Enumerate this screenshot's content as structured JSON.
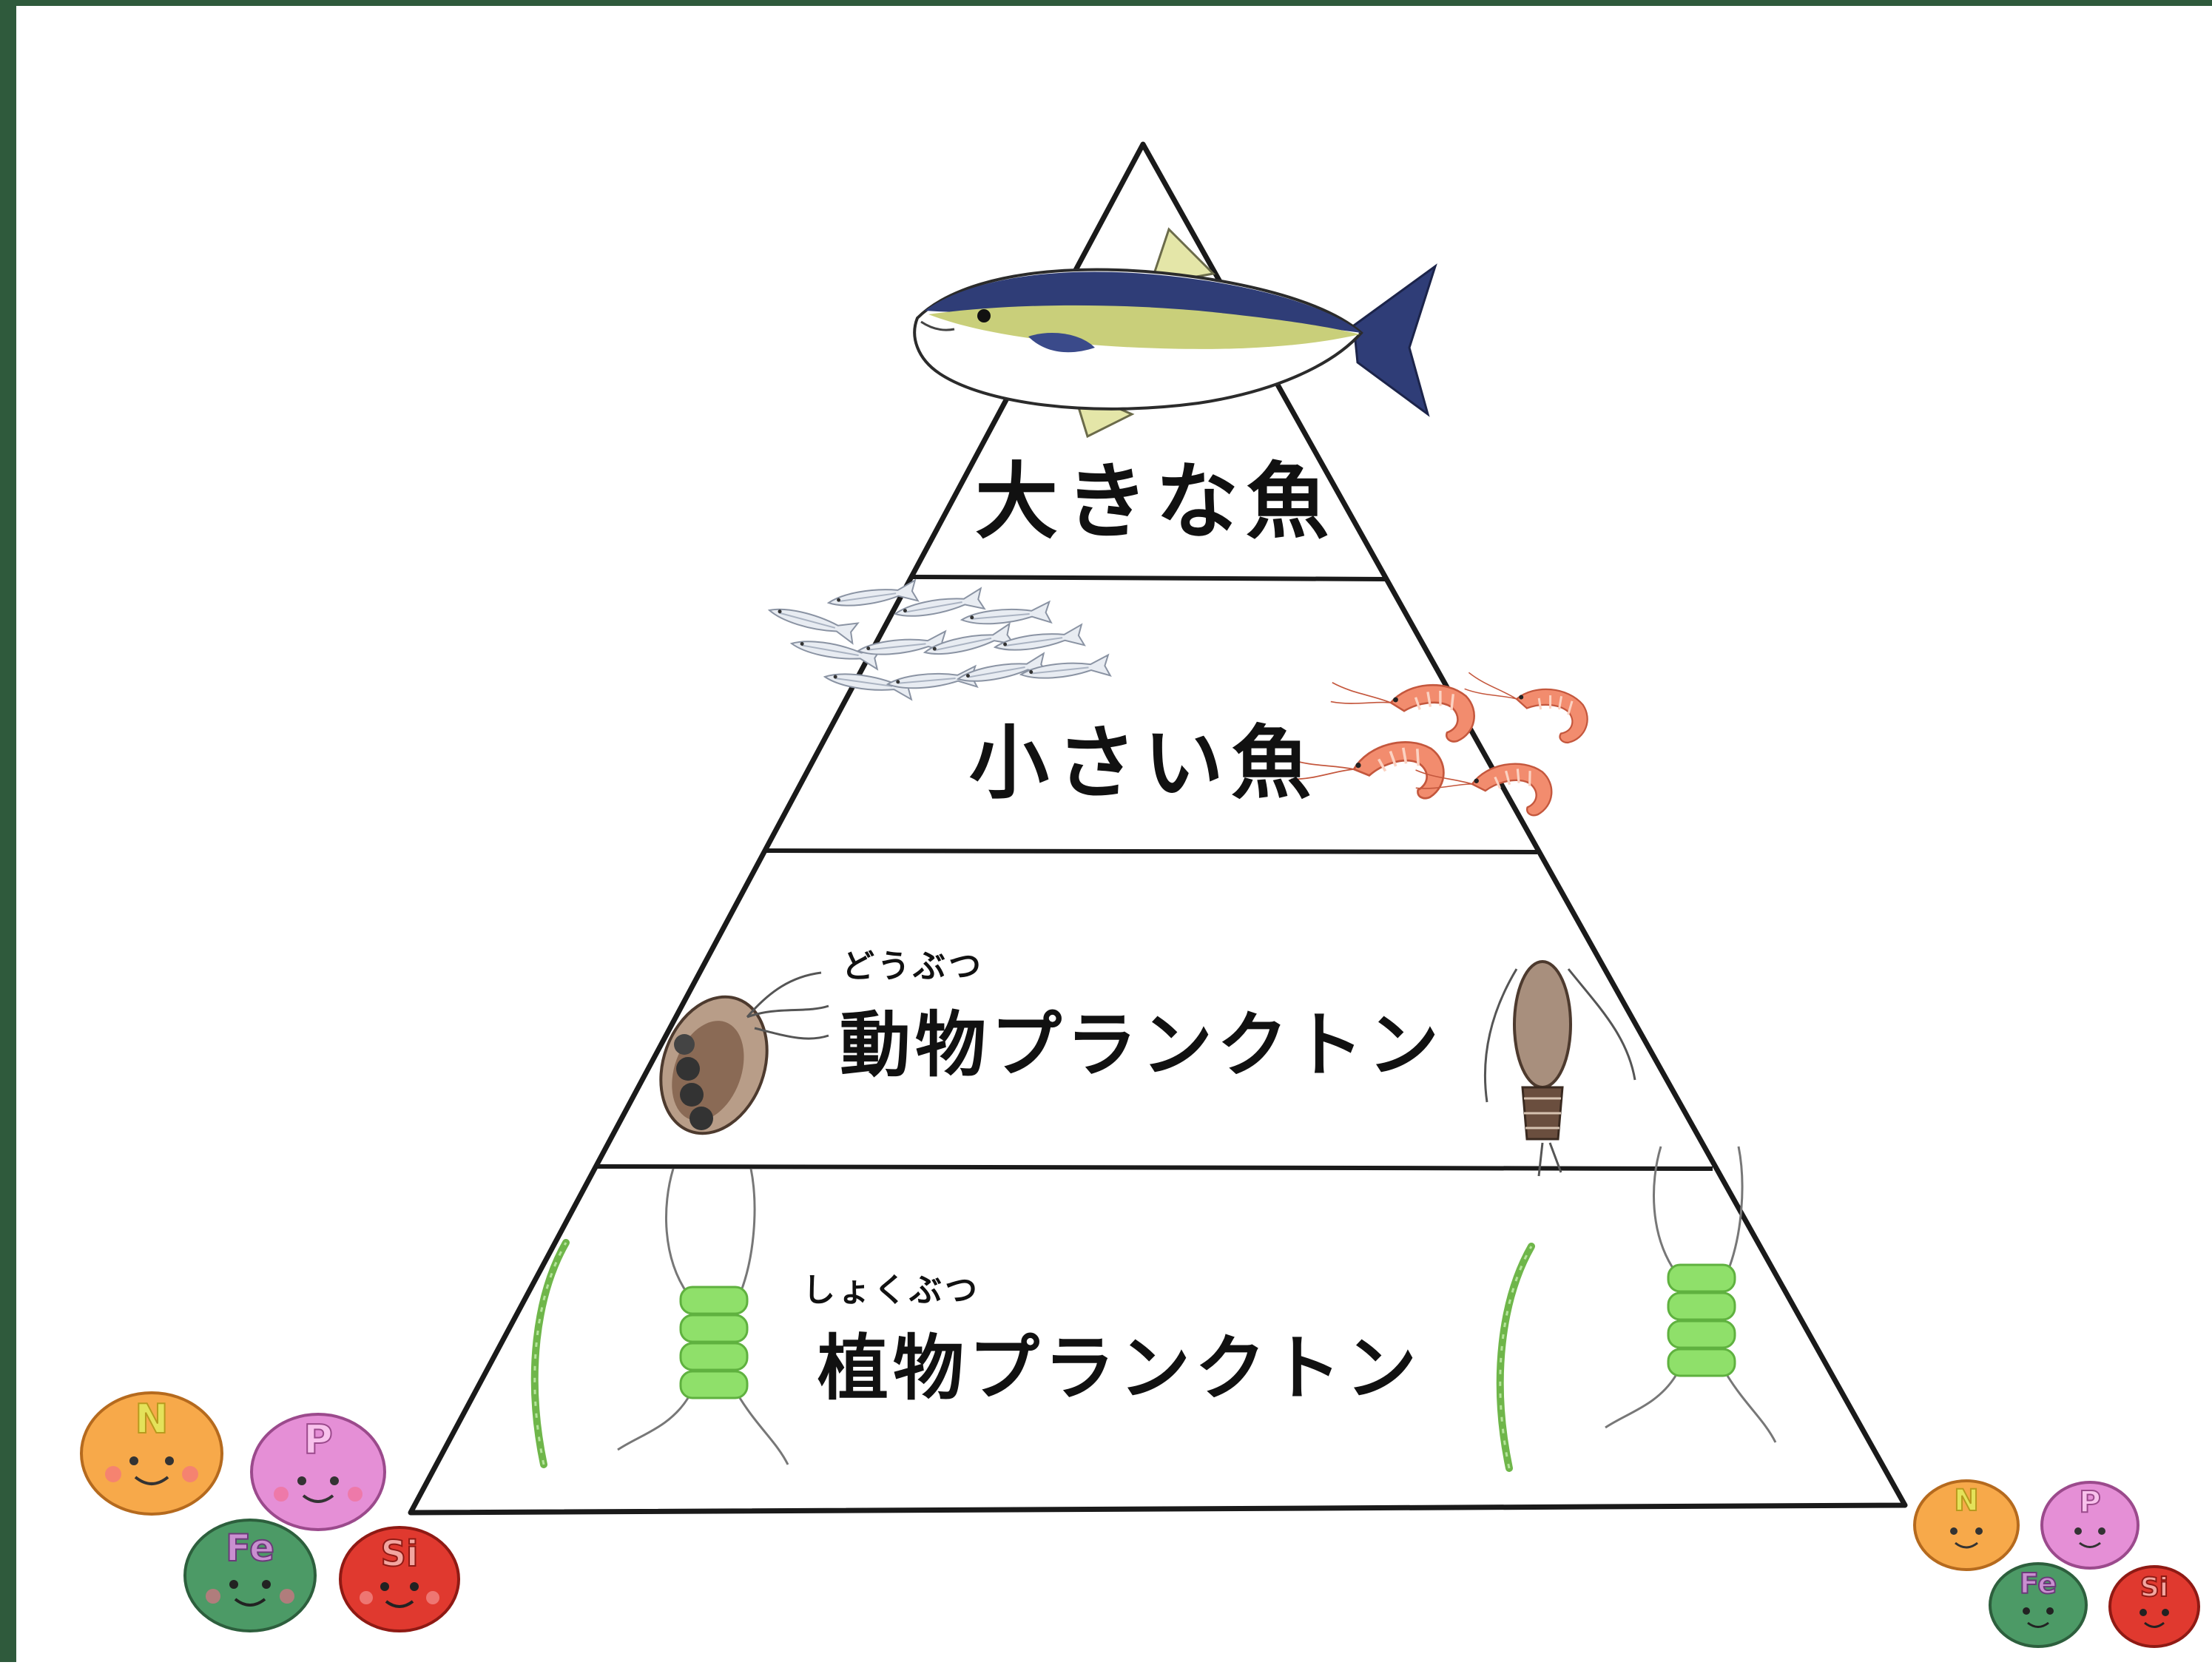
{
  "colors": {
    "frame": "#2f5a3c",
    "line": "#1a1a1a",
    "fish_body": "#2f3d77",
    "fish_stripe": "#c9cf7a",
    "shrimp": "#f28c6e",
    "phyto": "#8fe06a",
    "nitrogen": "#f7a94a",
    "phosphorus": "#e58fd6",
    "iron": "#4c9a66",
    "silicon": "#e0392f"
  },
  "levels": [
    {
      "label": "大きな魚",
      "ruby": ""
    },
    {
      "label": "小さい魚",
      "ruby": ""
    },
    {
      "label": "動物プランクトン",
      "ruby": "どうぶつ"
    },
    {
      "label": "植物プランクトン",
      "ruby": "しょくぶつ"
    }
  ],
  "nutrients": [
    "N",
    "P",
    "Fe",
    "Si"
  ],
  "icons": {
    "top": "yellowtail-fish-icon",
    "small_fish": "sardine-school-icon",
    "shrimp": "shrimp-icon",
    "zooplankton_left": "water-flea-icon",
    "zooplankton_right": "copepod-icon",
    "phytoplankton": "diatom-chain-icon",
    "nutrients": "nutrient-ball-icon"
  }
}
